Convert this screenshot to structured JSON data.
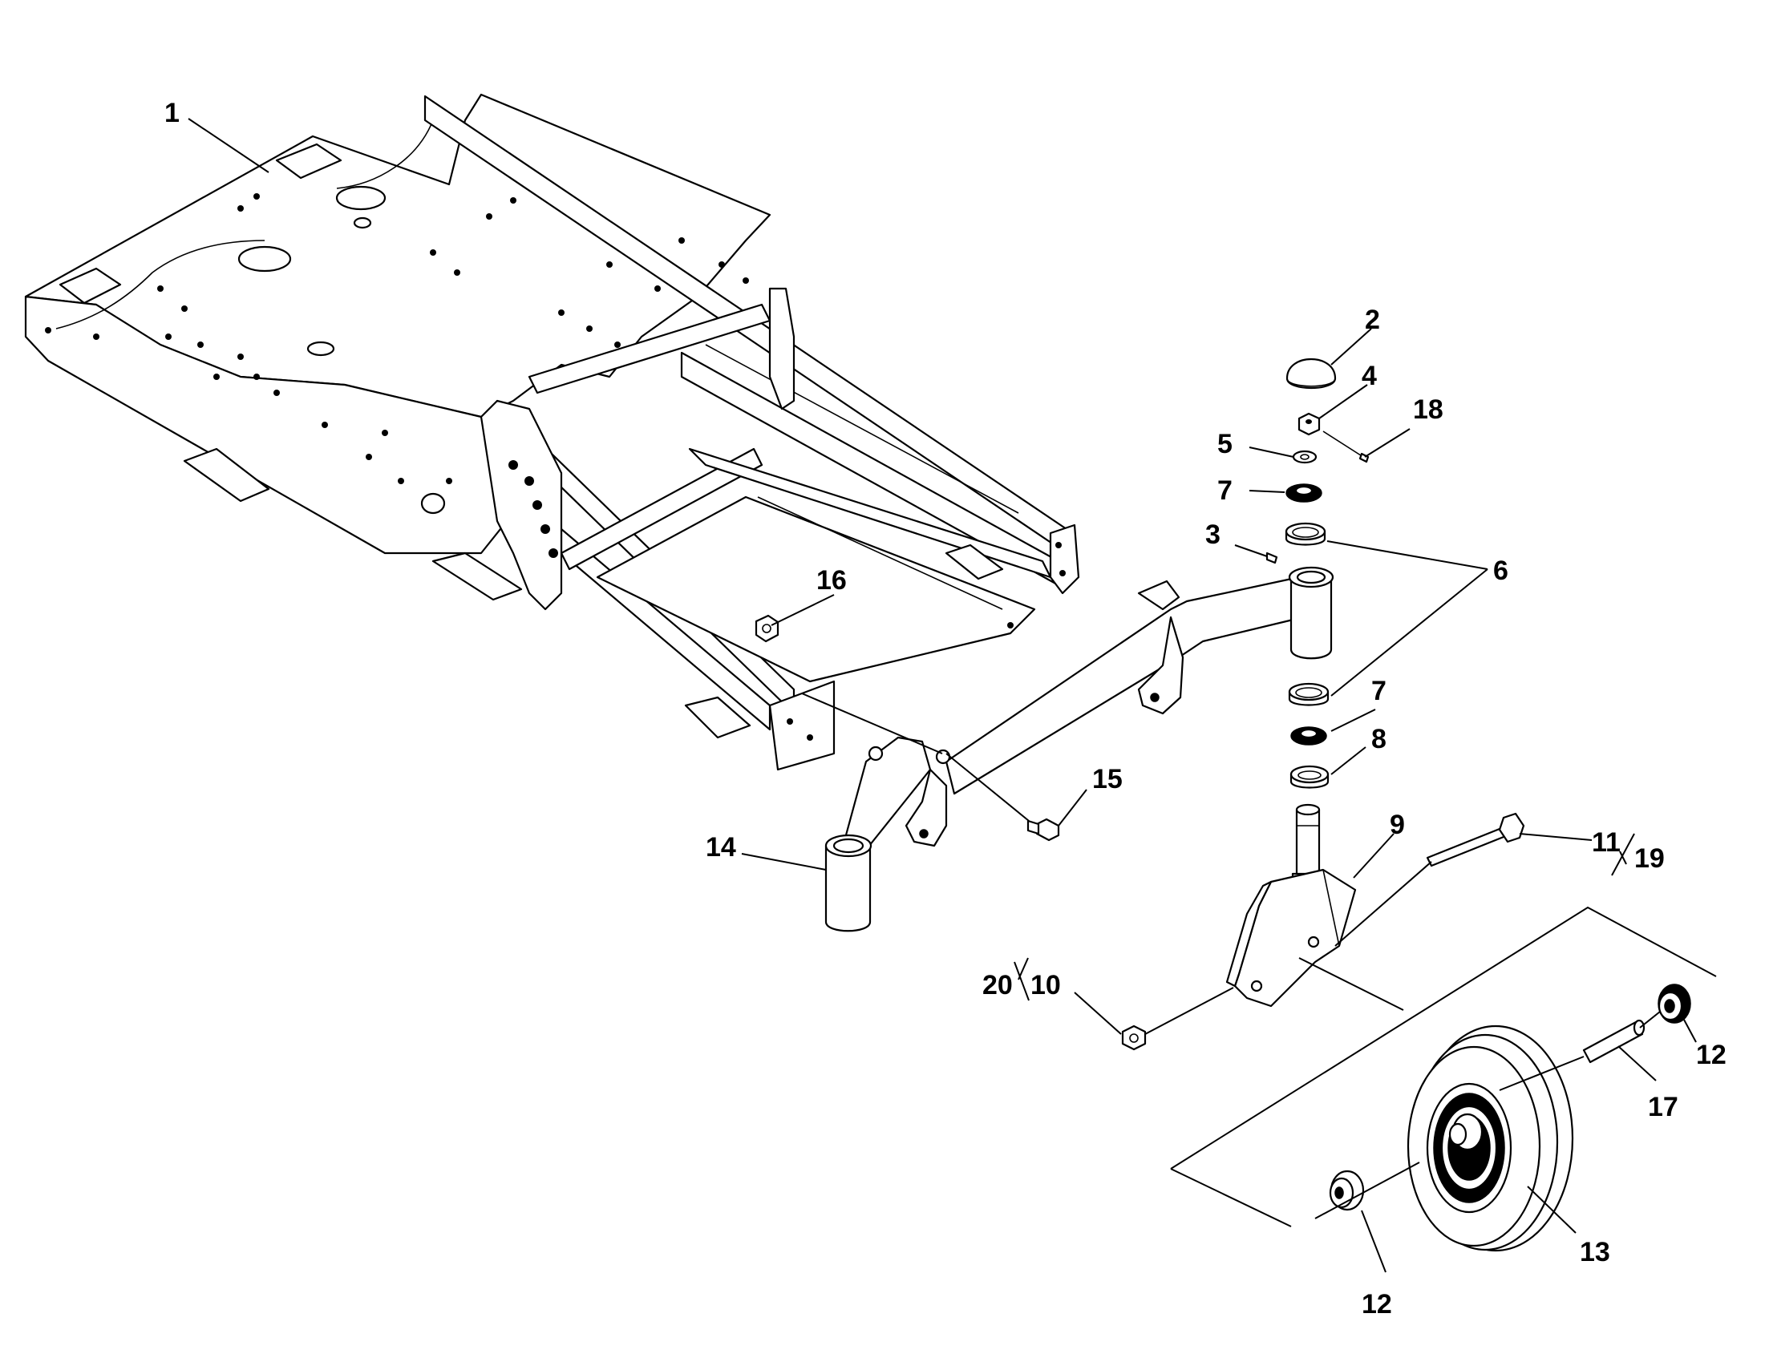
{
  "callouts": {
    "c1": "1",
    "c2": "2",
    "c3": "3",
    "c4": "4",
    "c5": "5",
    "c6": "6",
    "c7a": "7",
    "c7b": "7",
    "c8": "8",
    "c9": "9",
    "c11": "11",
    "c19": "19",
    "c12a": "12",
    "c12b": "12",
    "c13": "13",
    "c14": "14",
    "c15": "15",
    "c16": "16",
    "c17": "17",
    "c18": "18",
    "c20": "20",
    "c10": "10"
  },
  "colors": {
    "line": "#000000",
    "background": "#ffffff"
  }
}
